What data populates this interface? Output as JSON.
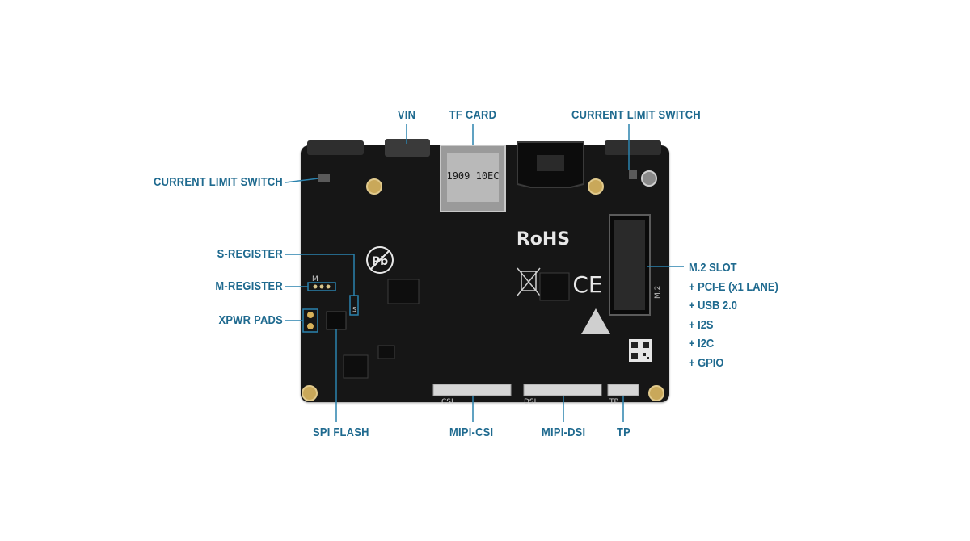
{
  "labels": {
    "vin": "VIN",
    "tf_card": "TF CARD",
    "current_limit_switch_top": "CURRENT LIMIT SWITCH",
    "current_limit_switch_left": "CURRENT LIMIT SWITCH",
    "s_register": "S-REGISTER",
    "m_register": "M-REGISTER",
    "xpwr_pads": "XPWR PADS",
    "spi_flash": "SPI FLASH",
    "mipi_csi": "MIPI-CSI",
    "mipi_dsi": "MIPI-DSI",
    "tp": "TP"
  },
  "m2_slot": {
    "title": "M.2 SLOT",
    "features": [
      "+ PCI-E (x1 LANE)",
      "+ USB 2.0",
      "+ I2S",
      "+ I2C",
      "+ GPIO"
    ]
  },
  "board_markings": {
    "rohs": "RoHS",
    "ce": "CE",
    "pb": "Pb",
    "card_code": "1909 10EC",
    "csi": "CSI",
    "dsi": "DSI",
    "tp": "TP",
    "m2": "M.2",
    "m": "M",
    "s": "S"
  },
  "colors": {
    "label": "#1f6a8f",
    "board": "#161616",
    "leader_line": "#2a82ad"
  }
}
